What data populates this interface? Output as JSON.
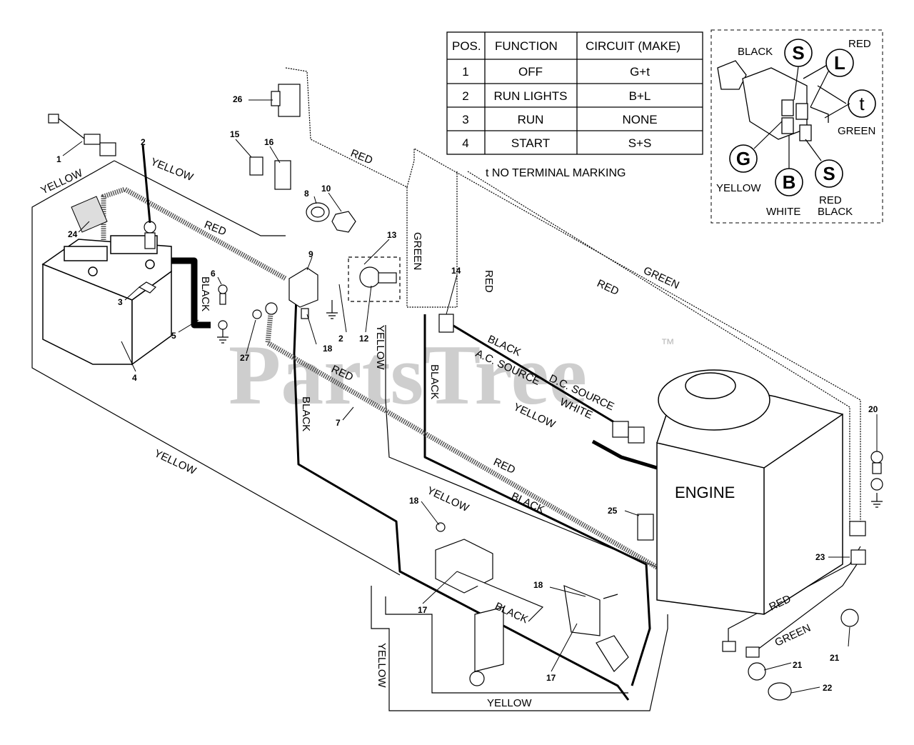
{
  "watermark": {
    "text": "PartsTree",
    "mark": "™"
  },
  "table": {
    "headers": [
      "POS.",
      "FUNCTION",
      "CIRCUIT  (MAKE)"
    ],
    "rows": [
      [
        "1",
        "OFF",
        "G+t"
      ],
      [
        "2",
        "RUN LIGHTS",
        "B+L"
      ],
      [
        "3",
        "RUN",
        "NONE"
      ],
      [
        "4",
        "START",
        "S+S"
      ]
    ],
    "note": "t  NO TERMINAL MARKING"
  },
  "key_switch": {
    "terminals": {
      "s_top": "S",
      "l": "L",
      "t": "t",
      "g": "G",
      "b": "B",
      "s_bottom": "S"
    },
    "wire_labels": {
      "black": "BLACK",
      "red": "RED",
      "green": "GREEN",
      "yellow": "YELLOW",
      "white": "WHITE",
      "red_black_1": "RED",
      "red_black_2": "BLACK"
    }
  },
  "engine_label": "ENGINE",
  "wire_labels": {
    "yellow_1": "YELLOW",
    "yellow_2": "YELLOW",
    "red_1": "RED",
    "red_2": "RED",
    "red_3": "RED",
    "red_4": "RED",
    "red_5": "RED",
    "red_6": "RED",
    "green_1": "GREEN",
    "green_2": "GREEN",
    "green_3": "GREEN",
    "black_1": "BLACK",
    "black_2": "BLACK",
    "black_3": "BLACK",
    "black_4": "BLACK",
    "black_5": "BLACK",
    "black_6": "BLACK",
    "yellow_3": "YELLOW",
    "yellow_4": "YELLOW",
    "yellow_5": "YELLOW",
    "yellow_6": "YELLOW",
    "yellow_7": "YELLOW",
    "yellow_8": "YELLOW",
    "ac_source": "A.C. SOURCE",
    "dc_source": "D.C. SOURCE",
    "white": "WHITE"
  },
  "part_numbers": {
    "p1": "1",
    "p2a": "2",
    "p2b": "2",
    "p3": "3",
    "p4": "4",
    "p5": "5",
    "p6": "6",
    "p7": "7",
    "p8": "8",
    "p9": "9",
    "p10": "10",
    "p12": "12",
    "p13": "13",
    "p14": "14",
    "p15": "15",
    "p16": "16",
    "p17a": "17",
    "p17b": "17",
    "p18a": "18",
    "p18b": "18",
    "p18c": "18",
    "p20": "20",
    "p21a": "21",
    "p21b": "21",
    "p22": "22",
    "p23": "23",
    "p24": "24",
    "p25": "25",
    "p26": "26",
    "p27": "27"
  }
}
